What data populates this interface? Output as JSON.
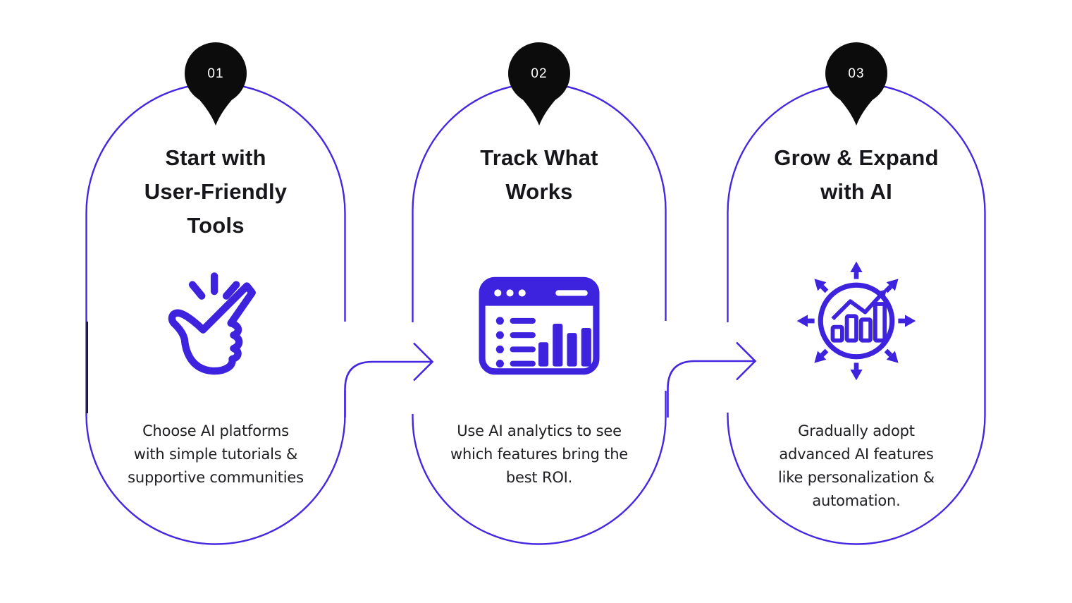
{
  "colors": {
    "accent": "#4527e2",
    "icon": "#3d22de",
    "pin": "#0c0c0c",
    "title_text": "#17171b",
    "body_text": "#1e1e23",
    "background": "#ffffff",
    "left_accent_segment": "#1a1a1a"
  },
  "steps": [
    {
      "number": "01",
      "icon": "snap-fingers-easy-icon",
      "title_lines": [
        "Start with",
        "User-Friendly",
        "Tools"
      ],
      "description_lines": [
        "Choose AI platforms",
        "with simple tutorials &",
        "supportive communities"
      ]
    },
    {
      "number": "02",
      "icon": "analytics-dashboard-icon",
      "title_lines": [
        "Track What",
        "Works"
      ],
      "description_lines": [
        "Use AI analytics to see",
        "which features bring the",
        "best ROI."
      ]
    },
    {
      "number": "03",
      "icon": "growth-expand-icon",
      "title_lines": [
        "Grow & Expand",
        "with AI"
      ],
      "description_lines": [
        "Gradually adopt",
        "advanced AI features",
        "like personalization &",
        "automation."
      ]
    }
  ]
}
